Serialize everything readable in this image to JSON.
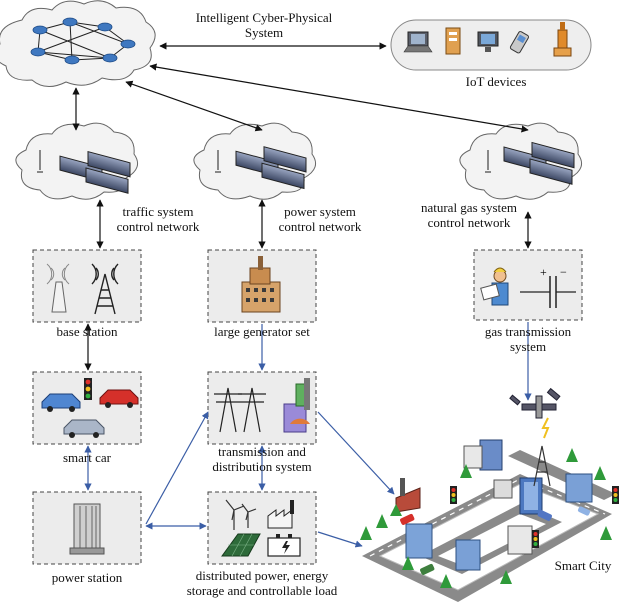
{
  "labels": {
    "icps": "Intelligent Cyber-Physical System",
    "iot": "IoT devices",
    "traffic_net": "traffic system control network",
    "power_net": "power system control network",
    "gas_net": "natural gas system control network",
    "base_station": "base station",
    "generator": "large generator set",
    "gas_transmission": "gas transmission system",
    "smart_car": "smart car",
    "transmission": "transmission and distribution system",
    "power_station": "power station",
    "distributed": "distributed power, energy storage and controllable load",
    "smart_city": "Smart City"
  },
  "colors": {
    "black_arrow": "#111111",
    "blue_arrow": "#3b5ea6",
    "box_fill": "#ececec",
    "cloud_fill": "#f3f3f3",
    "road": "#8a8a8a"
  }
}
